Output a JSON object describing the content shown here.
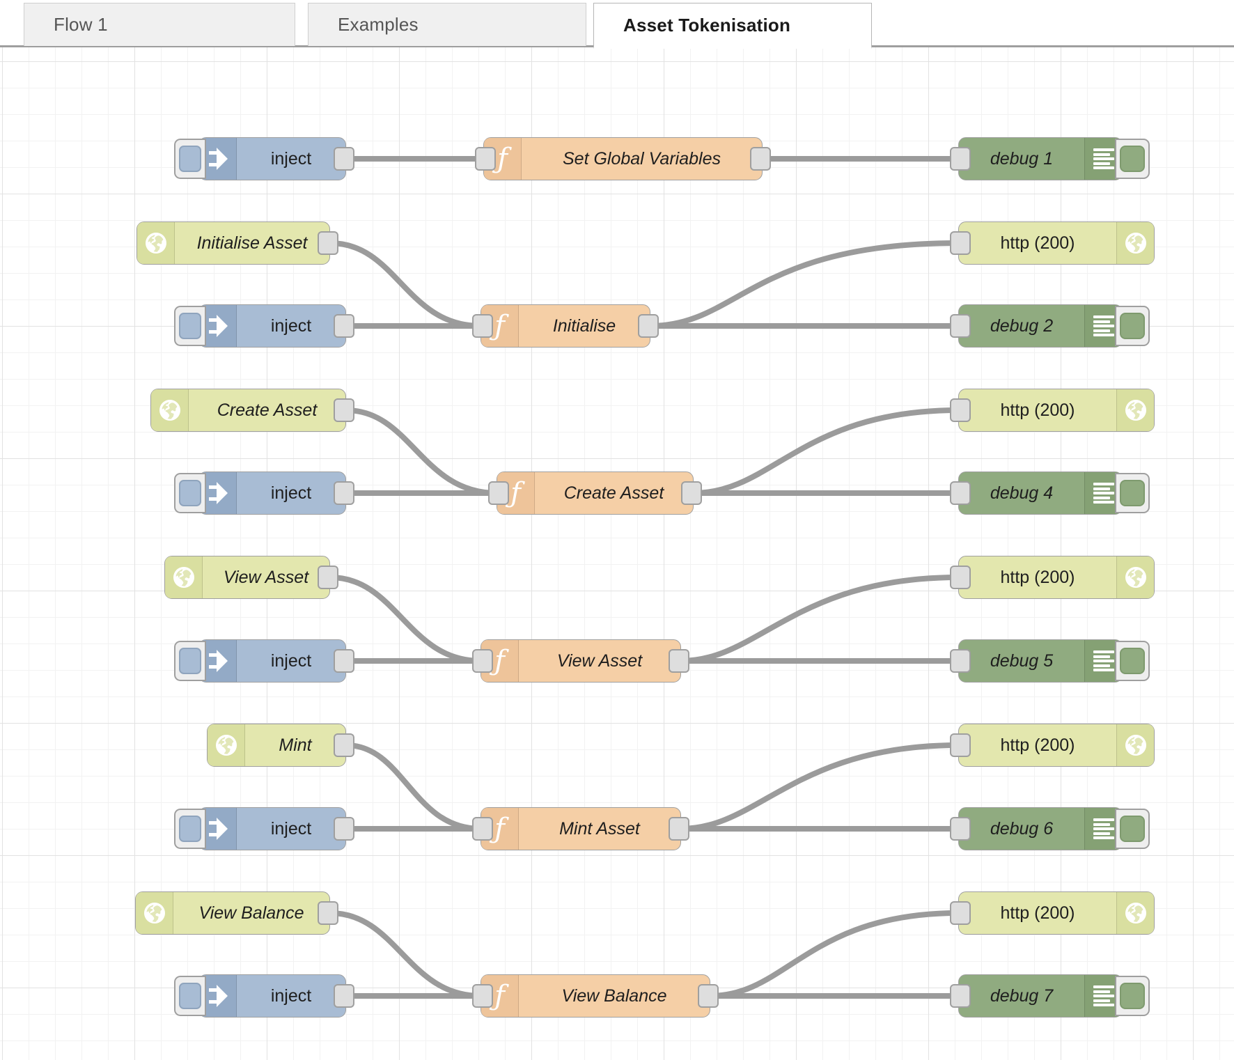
{
  "tabs": [
    {
      "label": "Flow 1",
      "active": false
    },
    {
      "label": "Examples",
      "active": false
    },
    {
      "label": "Asset Tokenisation",
      "active": true
    }
  ],
  "colors": {
    "inject": "#a8bcd4",
    "function": "#f5cfa6",
    "debug": "#90ab80",
    "http": "#e3e7ae",
    "wire": "#9b9b9b",
    "grid_major": "#e2e2e2",
    "grid_minor": "#f2f2f2"
  },
  "flow": {
    "rows": [
      {
        "name": "set-global-variables",
        "inject": {
          "label": "inject"
        },
        "func": {
          "label": "Set Global Variables"
        },
        "debug": {
          "label": "debug 1"
        },
        "http_in": null,
        "http_out": null
      },
      {
        "name": "initialise",
        "http_in": {
          "label": "Initialise Asset"
        },
        "inject": {
          "label": "inject"
        },
        "func": {
          "label": "Initialise"
        },
        "debug": {
          "label": "debug 2"
        },
        "http_out": {
          "label": "http (200)"
        }
      },
      {
        "name": "create-asset",
        "http_in": {
          "label": "Create Asset"
        },
        "inject": {
          "label": "inject"
        },
        "func": {
          "label": "Create Asset"
        },
        "debug": {
          "label": "debug 4"
        },
        "http_out": {
          "label": "http (200)"
        }
      },
      {
        "name": "view-asset",
        "http_in": {
          "label": "View Asset"
        },
        "inject": {
          "label": "inject"
        },
        "func": {
          "label": "View Asset"
        },
        "debug": {
          "label": "debug 5"
        },
        "http_out": {
          "label": "http (200)"
        }
      },
      {
        "name": "mint-asset",
        "http_in": {
          "label": "Mint"
        },
        "inject": {
          "label": "inject"
        },
        "func": {
          "label": "Mint Asset"
        },
        "debug": {
          "label": "debug 6"
        },
        "http_out": {
          "label": "http (200)"
        }
      },
      {
        "name": "view-balance",
        "http_in": {
          "label": "View Balance"
        },
        "inject": {
          "label": "inject"
        },
        "func": {
          "label": "View Balance"
        },
        "debug": {
          "label": "debug 7"
        },
        "http_out": {
          "label": "http (200)"
        }
      }
    ]
  },
  "icons": {
    "inject": "inject-arrow-icon",
    "function": "function-f-icon",
    "debug": "debug-lines-icon",
    "http": "globe-icon"
  }
}
